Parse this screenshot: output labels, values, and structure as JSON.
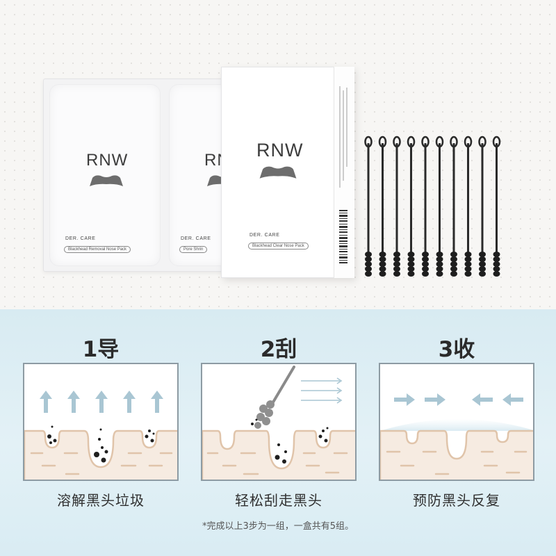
{
  "product": {
    "brand": "RNW",
    "sachet_1_series": "DER. CARE",
    "sachet_1_name": "Blackhead Removal Nose Pack",
    "sachet_2_series": "DER. CARE",
    "sachet_2_name": "Pore Shrin",
    "box_series": "DER. CARE",
    "box_name": "Blackhead Clear Nose Pack",
    "swab_count": 10
  },
  "steps": [
    {
      "title": "1导",
      "caption": "溶解黑头垃圾"
    },
    {
      "title": "2刮",
      "caption": "轻松刮走黑头"
    },
    {
      "title": "3收",
      "caption": "预防黑头反复"
    }
  ],
  "footnote": "*完成以上3步为一组，一盒共有5组。",
  "colors": {
    "panel_bg": "#dcedf3",
    "card_border": "#8d9ba3",
    "skin_fill": "#f6ebe1",
    "skin_line": "#e0c4aa",
    "arrow": "#a9c6d3",
    "dot": "#1f1f1f"
  }
}
